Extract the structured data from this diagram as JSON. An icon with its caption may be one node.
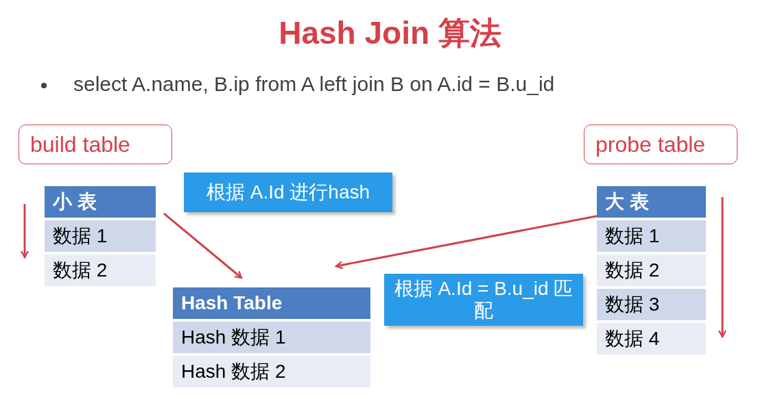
{
  "diagram": {
    "title": "Hash Join 算法",
    "nodes": [
      {
        "text": [
          "build table"
        ]
      },
      {
        "text": [
          "小 表",
          "数据 1",
          "数据 2"
        ]
      },
      {
        "text": [
          "根据 A.Id 进行hash"
        ]
      },
      {
        "text": [
          "Hash Table",
          "Hash 数据 1",
          "Hash 数据 2"
        ]
      },
      {
        "text": [
          "根据 A.Id = B.u_id 匹配"
        ]
      },
      {
        "text": [
          "probe table"
        ]
      },
      {
        "text": [
          "大 表",
          "数据 1",
          "数据 2",
          "数据 3",
          "数据 4"
        ]
      }
    ],
    "edges": [
      {
        "from": 1,
        "to": 3,
        "arrow": "to"
      },
      {
        "from": 6,
        "to": 3,
        "arrow": "to"
      }
    ],
    "labels": [
      "select A.name, B.ip from A left join B on A.id = B.u_id"
    ]
  }
}
